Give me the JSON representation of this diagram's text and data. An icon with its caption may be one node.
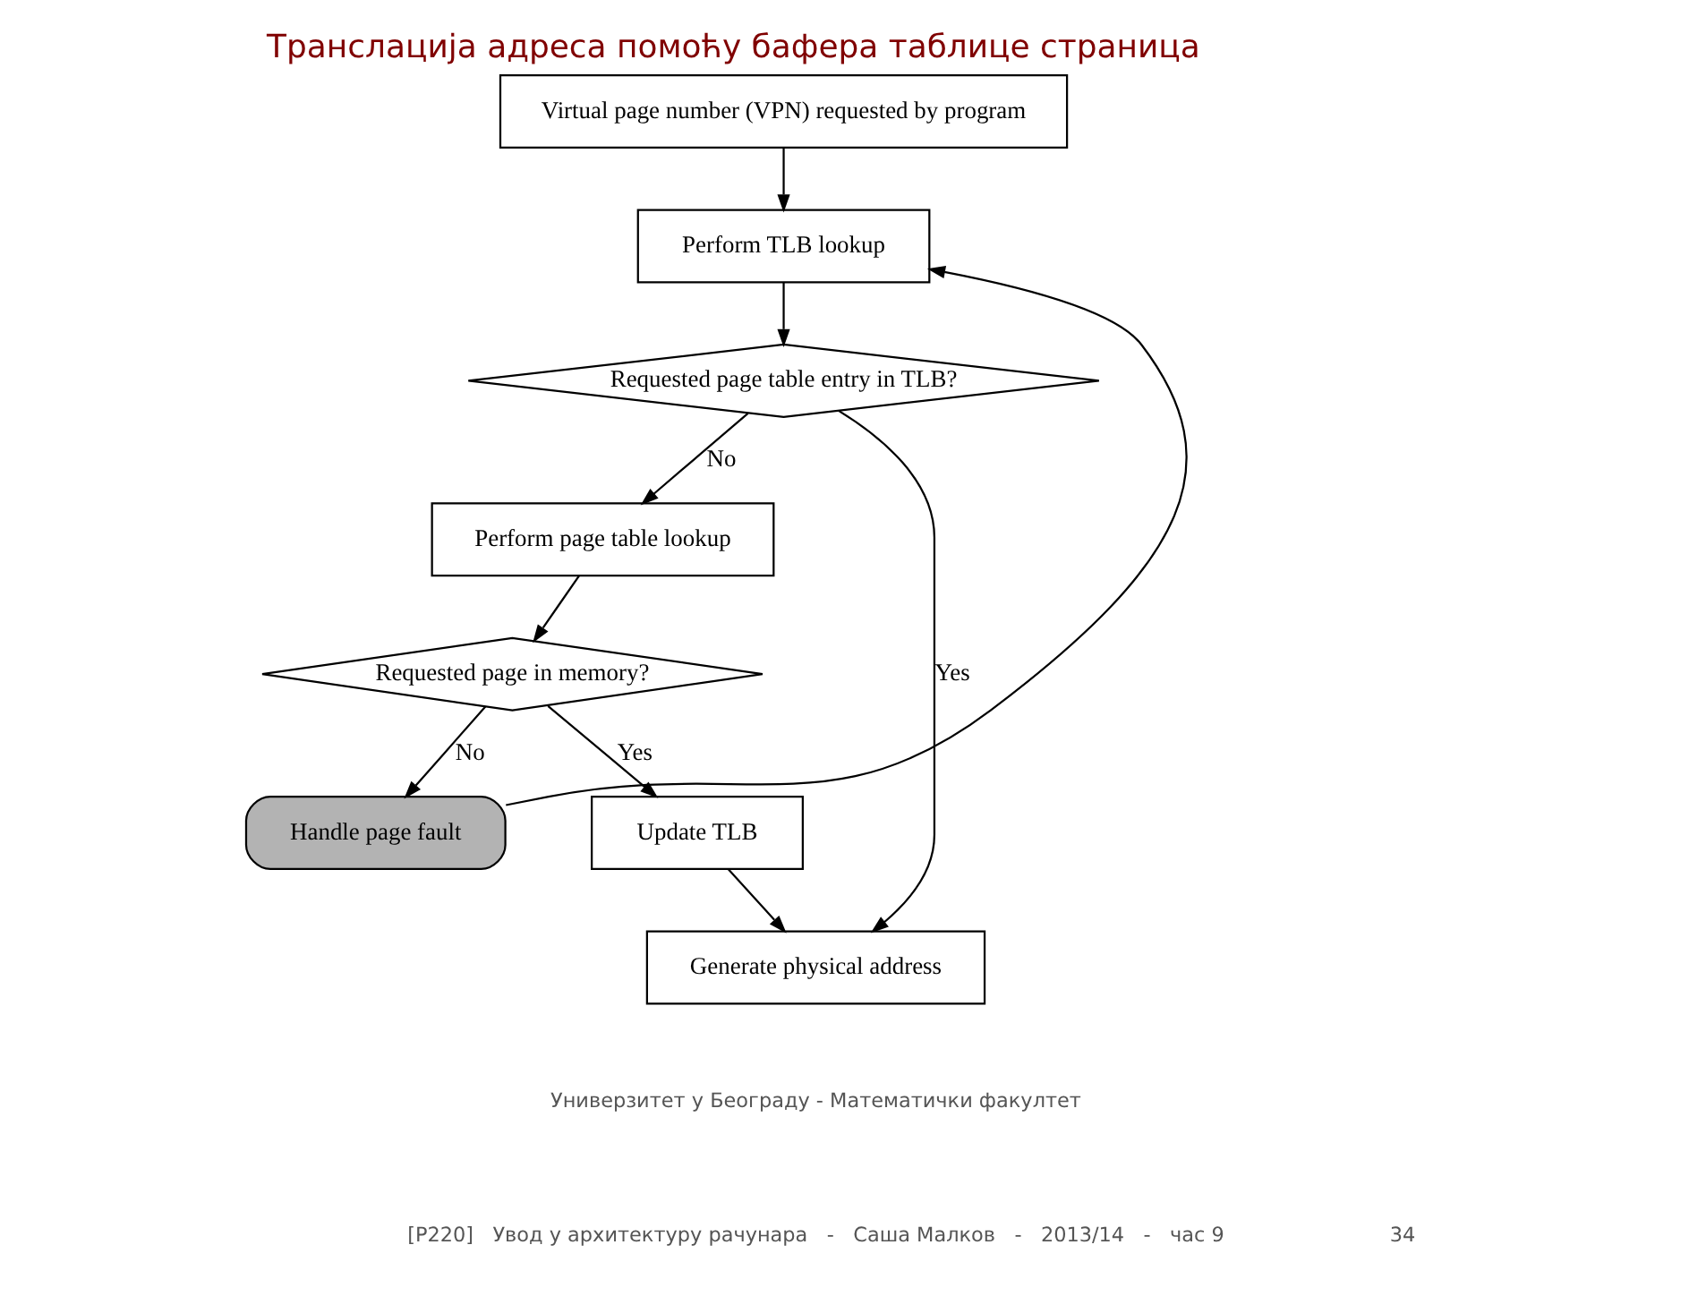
{
  "diagram": {
    "title": "Транслација адреса помоћу бафера таблице страница",
    "nodes": [
      {
        "text": [
          "Virtual page number (VPN) requested by program"
        ]
      },
      {
        "text": [
          "Perform TLB lookup"
        ]
      },
      {
        "text": [
          "Requested page table entry in TLB?"
        ]
      },
      {
        "text": [
          "Perform page table lookup"
        ]
      },
      {
        "text": [
          "Requested page in memory?"
        ]
      },
      {
        "text": [
          "Handle page fault"
        ]
      },
      {
        "text": [
          "Update TLB"
        ]
      },
      {
        "text": [
          "Generate physical address"
        ]
      }
    ],
    "edges": [
      {
        "from": 0,
        "to": 1,
        "arrow": "to"
      },
      {
        "from": 1,
        "to": 2,
        "arrow": "to"
      },
      {
        "from": 2,
        "to": 7,
        "arrow": "to",
        "label": "Yes"
      },
      {
        "from": 2,
        "to": 3,
        "arrow": "to",
        "label": "No"
      },
      {
        "from": 3,
        "to": 4,
        "arrow": "to"
      },
      {
        "from": 4,
        "to": 5,
        "arrow": "to",
        "label": "No"
      },
      {
        "from": 4,
        "to": 6,
        "arrow": "to",
        "label": "Yes"
      },
      {
        "from": 6,
        "to": 7,
        "arrow": "to"
      },
      {
        "from": 5,
        "to": 1,
        "arrow": "to"
      }
    ],
    "labels": [
      "Универзитет у Београду - Математички факултет",
      "[P220]   Увод у архитектуру рачунара   -   Саша Малков   -   2013/14   -   час 9",
      "34"
    ]
  }
}
